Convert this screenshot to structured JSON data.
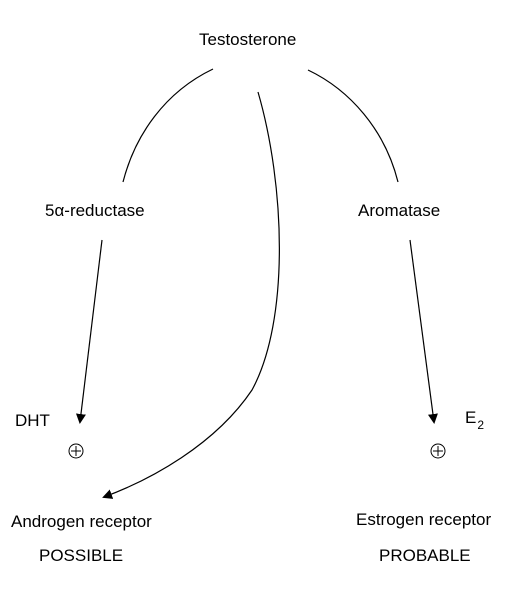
{
  "nodes": {
    "testosterone": "Testosterone",
    "reductase": "5α-reductase",
    "aromatase": "Aromatase",
    "dht": "DHT",
    "e2_base": "E",
    "e2_sub": "2",
    "androgen_receptor": "Androgen receptor",
    "estrogen_receptor": "Estrogen receptor"
  },
  "plus_symbol": "+",
  "likelihood": {
    "androgen": "POSSIBLE",
    "estrogen": "PROBABLE"
  }
}
